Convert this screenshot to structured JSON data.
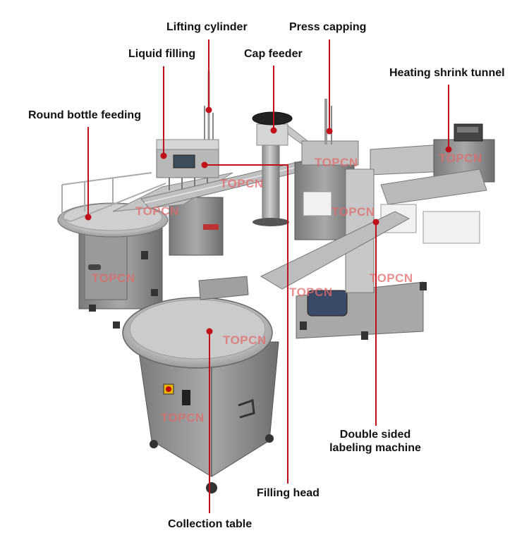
{
  "labels": {
    "lifting_cylinder": "Lifting cylinder",
    "press_capping": "Press capping",
    "liquid_filling": "Liquid filling",
    "cap_feeder": "Cap feeder",
    "heating_shrink_tunnel": "Heating shrink tunnel",
    "round_bottle_feeding": "Round bottle feeding",
    "double_sided_labeling_line1": "Double sided",
    "double_sided_labeling_line2": "labeling machine",
    "filling_head": "Filling head",
    "collection_table": "Collection table"
  },
  "watermark": "TOPCN",
  "colors": {
    "leader_line": "#c0101a",
    "steel_light": "#c9c9c9",
    "steel_mid": "#a3a3a3",
    "steel_dark": "#6b6b6b",
    "watermark": "#e26a6a"
  }
}
